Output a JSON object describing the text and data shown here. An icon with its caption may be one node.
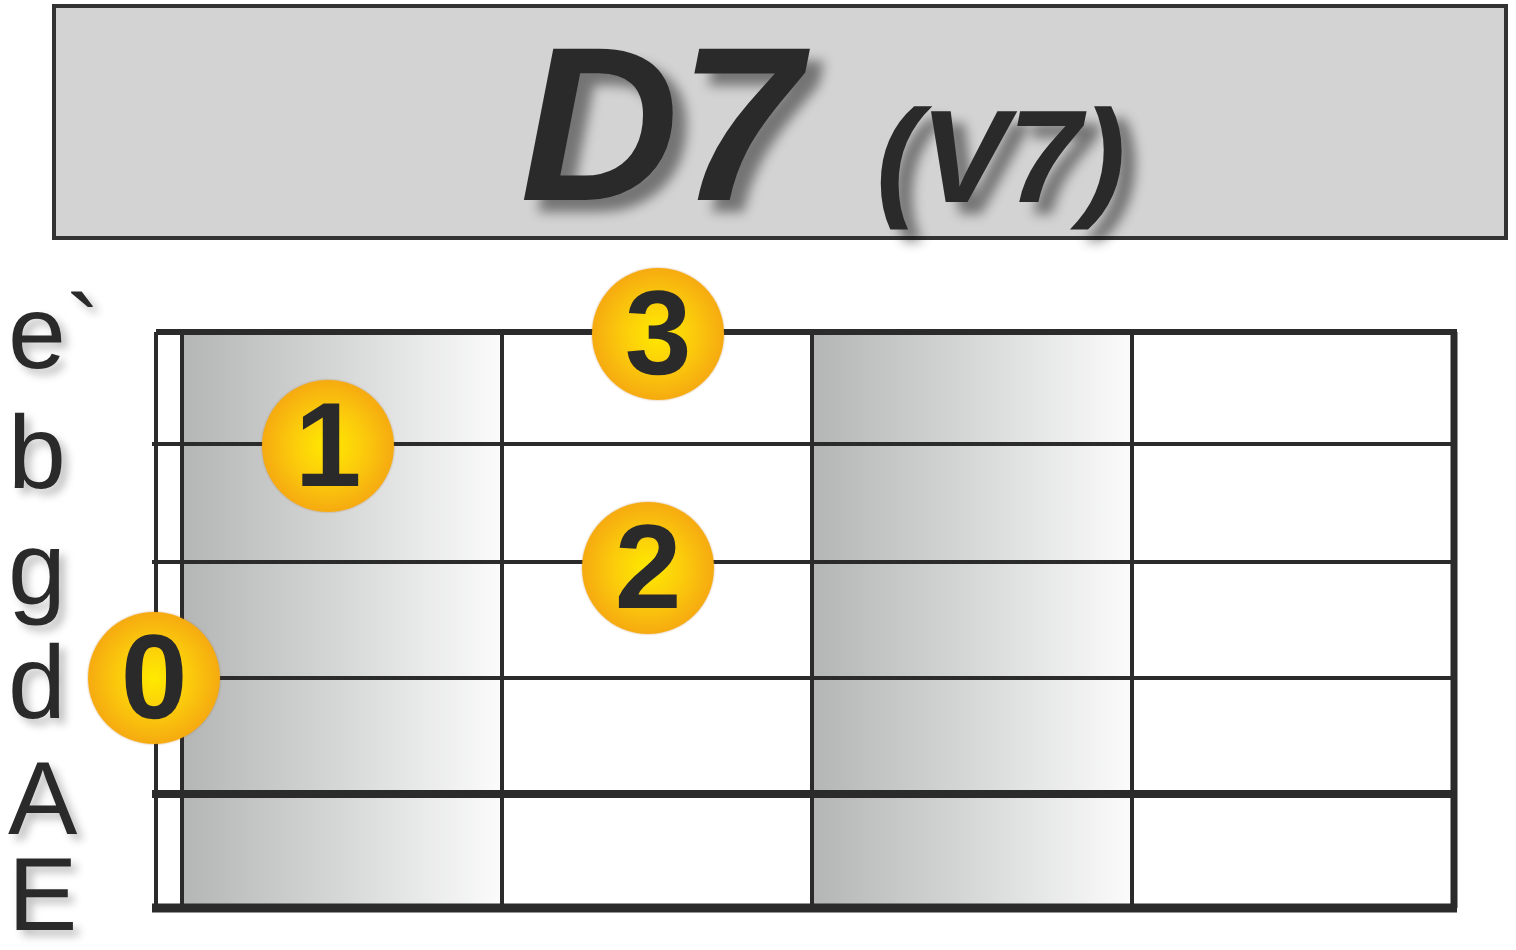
{
  "diagram": {
    "nodes": [
      {
        "text": [
          "D7",
          "(V7)"
        ]
      },
      {
        "text": [
          "3"
        ]
      },
      {
        "text": [
          "1"
        ]
      },
      {
        "text": [
          "2"
        ]
      },
      {
        "text": [
          "0"
        ]
      }
    ],
    "labels": [
      "e`",
      "b",
      "g",
      "d",
      "A",
      "E"
    ]
  }
}
